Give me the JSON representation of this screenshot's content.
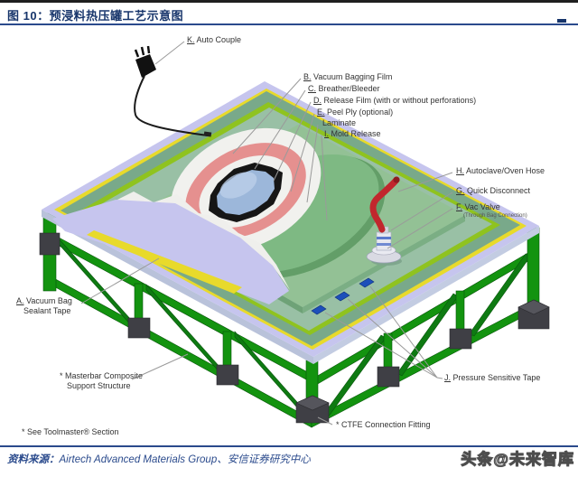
{
  "page": {
    "title": "图 10：预浸料热压罐工艺示意图"
  },
  "diagram": {
    "labels": {
      "k": {
        "letter": "K.",
        "text": "Auto Couple"
      },
      "b": {
        "letter": "B.",
        "text": "Vacuum Bagging Film"
      },
      "c": {
        "letter": "C.",
        "text": "Breather/Bleeder"
      },
      "d": {
        "letter": "D.",
        "text": "Release Film (with or without perforations)"
      },
      "e": {
        "letter": "E.",
        "text": "Peel Ply (optional)"
      },
      "laminate": {
        "text": "Laminate"
      },
      "i": {
        "letter": "I.",
        "text": "Mold Release"
      },
      "h": {
        "letter": "H.",
        "text": "Autoclave/Oven Hose"
      },
      "g": {
        "letter": "G.",
        "text": "Quick Disconnect"
      },
      "f": {
        "letter": "F.",
        "text": "Vac Valve",
        "sub": "(Through Bag Connection)"
      },
      "a": {
        "letter": "A.",
        "text": "Vacuum Bag",
        "text2": "Sealant Tape"
      },
      "masterbar": {
        "text": "* Masterbar Composite",
        "text2": "Support Structure"
      },
      "toolmaster": {
        "text": "* See Toolmaster® Section"
      },
      "ctfe": {
        "text": "* CTFE Connection Fitting"
      },
      "j": {
        "letter": "J.",
        "text": "Pressure Sensitive Tape"
      }
    },
    "colors": {
      "navy": "#17356b",
      "rule_blue": "#2a4a8c",
      "topbar_dark": "#1f1f1f",
      "frame_green": "#13930f",
      "frame_dark": "#07550a",
      "brace_green": "#0e7a12",
      "block_gray": "#3f3f45",
      "plate_edge": "#c3cce2",
      "bag_lavender": "#c6c5ee",
      "sealant_yellow": "#e8da2b",
      "film_green": "#79a98a",
      "ring_green": "#8fc31f",
      "interior_green": "#99c0a5",
      "tool_green": "#93c195",
      "dome_green": "#7eb983",
      "dome_shade": "#639e68",
      "film_white": "#f1f1ee",
      "breather_pink": "#e5908f",
      "release_black": "#161616",
      "laminate_blue": "#9cb7da",
      "hose_red": "#c1272d",
      "tape_blue": "#1d4fba",
      "leader_gray": "#9a9a9a"
    }
  },
  "footer": {
    "source_label": "资料来源：",
    "source_text": "Airtech Advanced Materials Group、安信证券研究中心",
    "watermark": "头条@未来智库"
  }
}
